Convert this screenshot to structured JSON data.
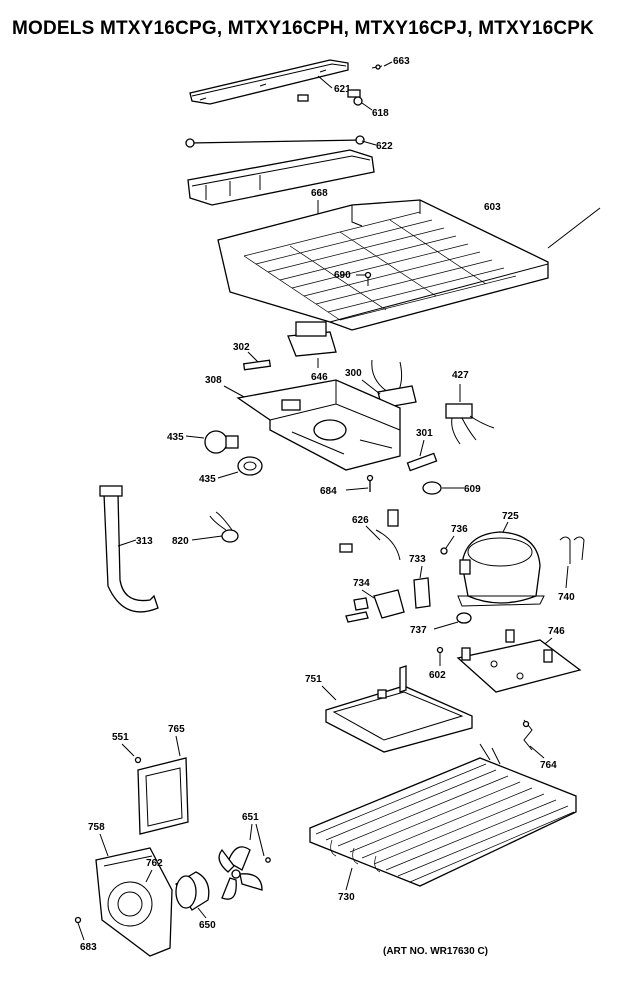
{
  "title": "MODELS MTXY16CPG, MTXY16CPH, MTXY16CPJ, MTXY16CPK",
  "art_no": "(ART NO. WR17630 C)",
  "labels": {
    "p663a": "663",
    "p621": "621",
    "p618": "618",
    "p622": "622",
    "p668": "668",
    "p603": "603",
    "p690": "690",
    "p302": "302",
    "p646": "646",
    "p300": "300",
    "p427": "427",
    "p308": "308",
    "p435a": "435",
    "p435b": "435",
    "p301": "301",
    "p684": "684",
    "p609": "609",
    "p313": "313",
    "p820": "820",
    "p626": "626",
    "p736": "736",
    "p725": "725",
    "p733": "733",
    "p734": "734",
    "p740": "740",
    "p737": "737",
    "p746": "746",
    "p602": "602",
    "p751": "751",
    "p551": "551",
    "p765": "765",
    "p764": "764",
    "p651": "651",
    "p758": "758",
    "p762": "762",
    "p730": "730",
    "p650": "650",
    "p683b": "683"
  }
}
